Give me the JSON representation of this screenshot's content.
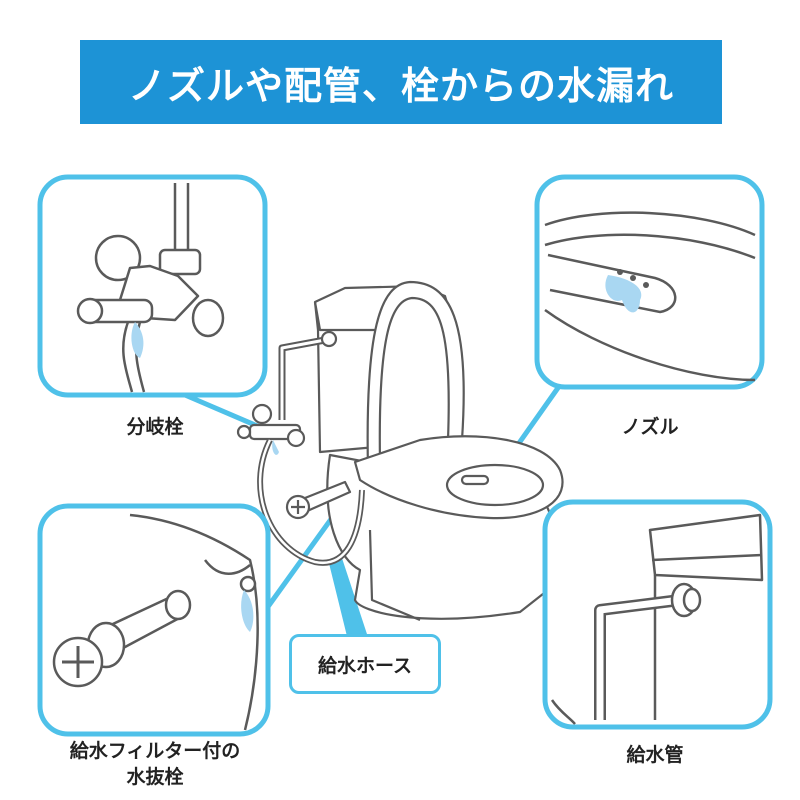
{
  "title": "ノズルや配管、栓からの水漏れ",
  "labels": {
    "branch_valve": "分岐栓",
    "nozzle": "ノズル",
    "supply_hose": "給水ホース",
    "drain_valve_line1": "給水フィルター付の",
    "drain_valve_line2": "水抜栓",
    "supply_pipe": "給水管"
  },
  "colors": {
    "banner": "#1d93d6",
    "callout": "#4fc1e9",
    "line": "#555555",
    "water": "#a9d7f2"
  }
}
